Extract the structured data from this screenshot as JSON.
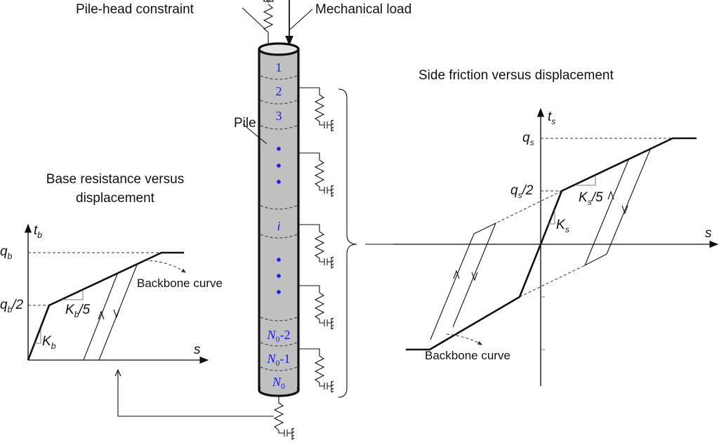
{
  "labels": {
    "pile_head_constraint": "Pile-head constraint",
    "mechanical_load": "Mechanical load",
    "pile": "Pile",
    "side_friction_title": "Side friction versus displacement",
    "base_resistance_title_line1": "Base resistance versus",
    "base_resistance_title_line2": "displacement"
  },
  "pile": {
    "segments": [
      {
        "label": "1",
        "italic": false
      },
      {
        "label": "2",
        "italic": false
      },
      {
        "label": "3",
        "italic": false
      },
      {
        "label": "⋮",
        "italic": false
      },
      {
        "label": "i",
        "italic": true
      },
      {
        "label": "⋮",
        "italic": false
      },
      {
        "label": "N0-2",
        "italic": true
      },
      {
        "label": "N0-1",
        "italic": true
      },
      {
        "label": "N0",
        "italic": true
      }
    ],
    "segment_color": "#c0c0c0",
    "label_color": "#1a1aff"
  },
  "base_chart": {
    "y_axis": {
      "symbol": "t",
      "sub": "b"
    },
    "x_axis": {
      "symbol": "s"
    },
    "q_full": {
      "symbol": "q",
      "sub": "b",
      "suffix": ""
    },
    "q_half": {
      "symbol": "q",
      "sub": "b",
      "suffix": "/2"
    },
    "initial_stiffness": {
      "symbol": "K",
      "sub": "b",
      "suffix": ""
    },
    "reduced_stiffness": {
      "symbol": "K",
      "sub": "b",
      "suffix": "/5"
    },
    "backbone_label": "Backbone curve"
  },
  "side_chart": {
    "y_axis": {
      "symbol": "t",
      "sub": "s"
    },
    "x_axis": {
      "symbol": "s"
    },
    "q_full": {
      "symbol": "q",
      "sub": "s",
      "suffix": ""
    },
    "q_half": {
      "symbol": "q",
      "sub": "s",
      "suffix": "/2"
    },
    "initial_stiffness": {
      "symbol": "K",
      "sub": "s",
      "suffix": ""
    },
    "reduced_stiffness": {
      "symbol": "K",
      "sub": "s",
      "suffix": "/5"
    },
    "backbone_label": "Backbone curve"
  }
}
